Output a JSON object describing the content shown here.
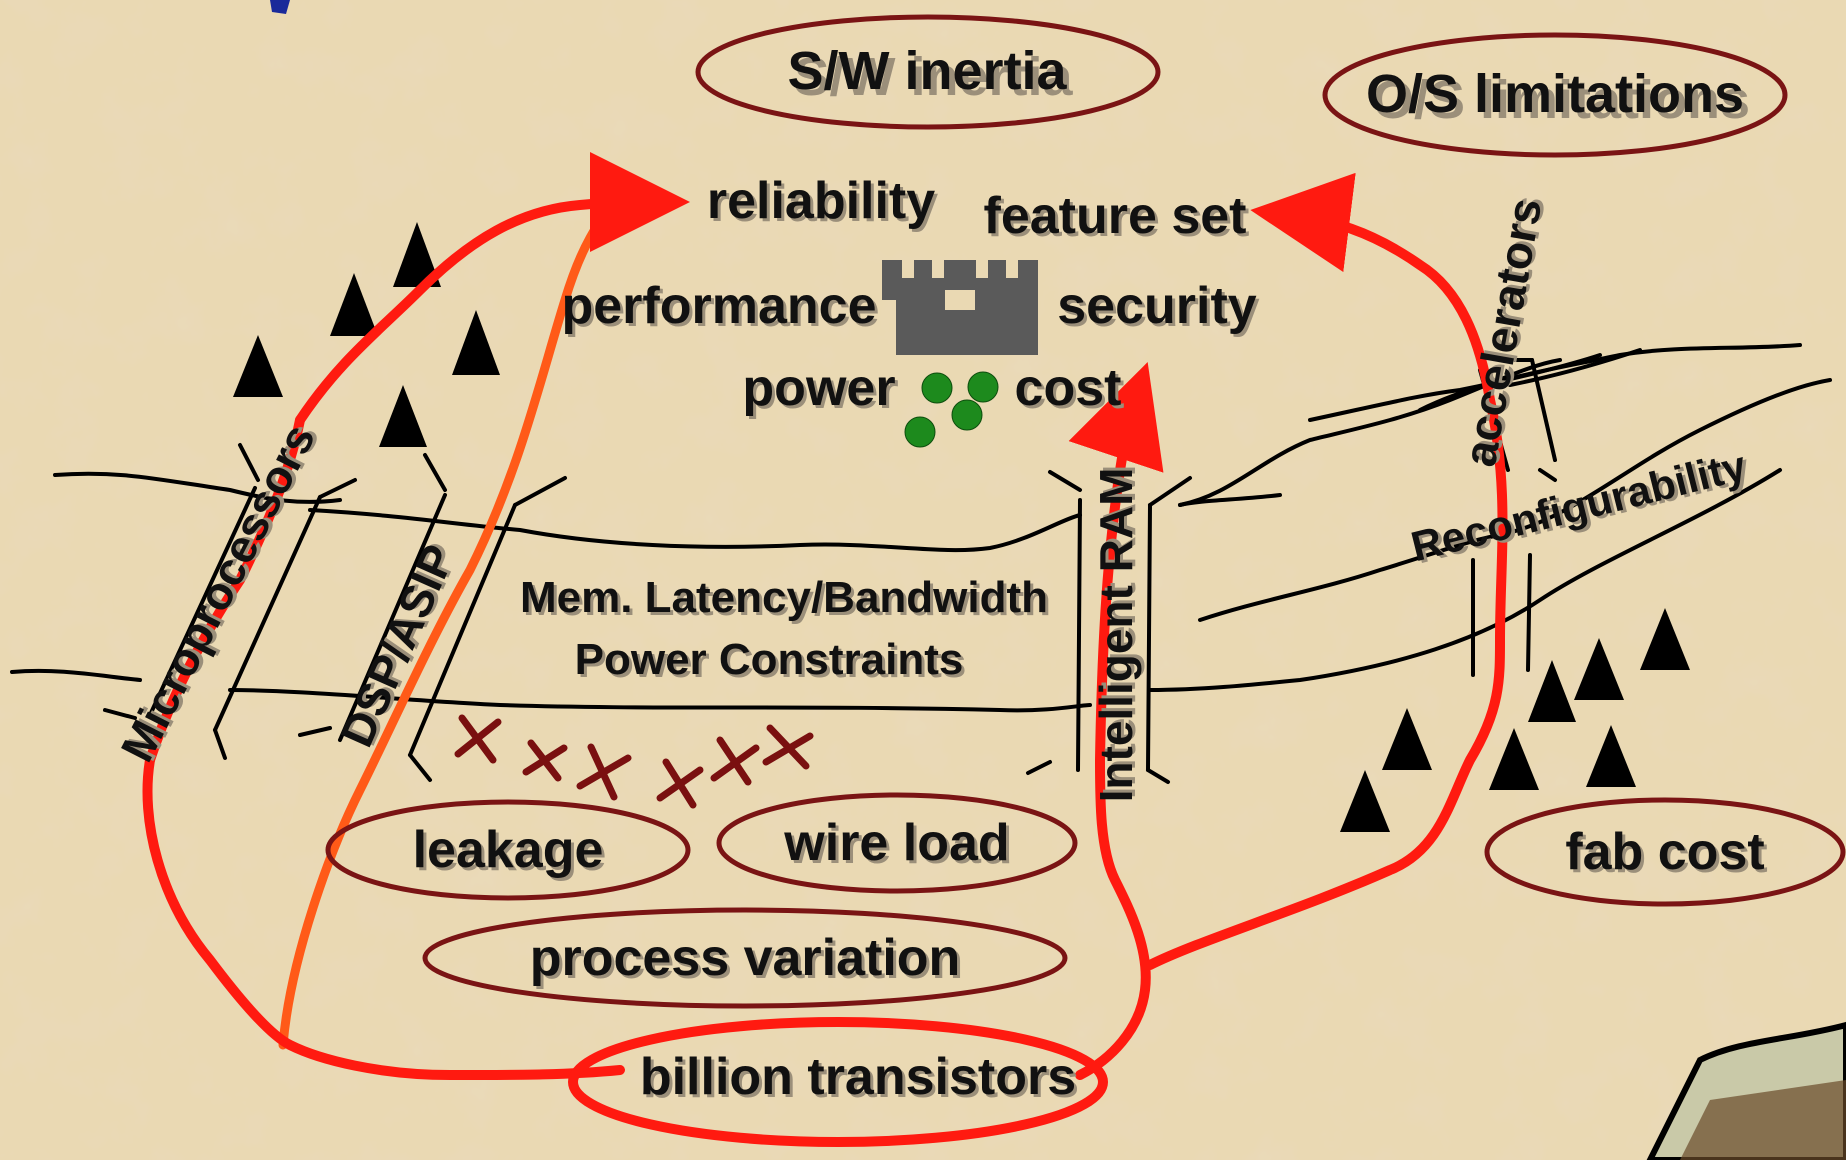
{
  "colors": {
    "background": "#ead9b3",
    "background_speckle": "#d8c498",
    "ellipse_stroke": "#7a1414",
    "red_path": "#ff1a10",
    "orange_path": "#ff5a18",
    "mountain": "#000000",
    "castle": "#5a5a5a",
    "dots": "#1d8a1d",
    "x_marks": "#7a1010",
    "corner_page": "#c9c9a8"
  },
  "icons": [
    "castle-icon",
    "mountain-icon",
    "green-dot-icon",
    "x-mark-icon"
  ],
  "goals": {
    "reliability": "reliability",
    "feature_set": "feature set",
    "performance": "performance",
    "security": "security",
    "power": "power",
    "cost": "cost"
  },
  "obstacles": {
    "sw_inertia": "S/W inertia",
    "os_limitations": "O/S limitations",
    "leakage": "leakage",
    "wire_load": "wire load",
    "process_variation": "process variation",
    "fab_cost": "fab cost",
    "billion_transistors": "billion transistors"
  },
  "bridges": {
    "microprocessors": "Microprocessors",
    "dsp_asip": "DSP/ASIP",
    "intelligent_ram": "Intelligent RAM",
    "accelerators": "accelerators",
    "reconfigurability": "Reconfigurability"
  },
  "river": {
    "line1": "Mem. Latency/Bandwidth",
    "line2": "Power Constraints"
  }
}
